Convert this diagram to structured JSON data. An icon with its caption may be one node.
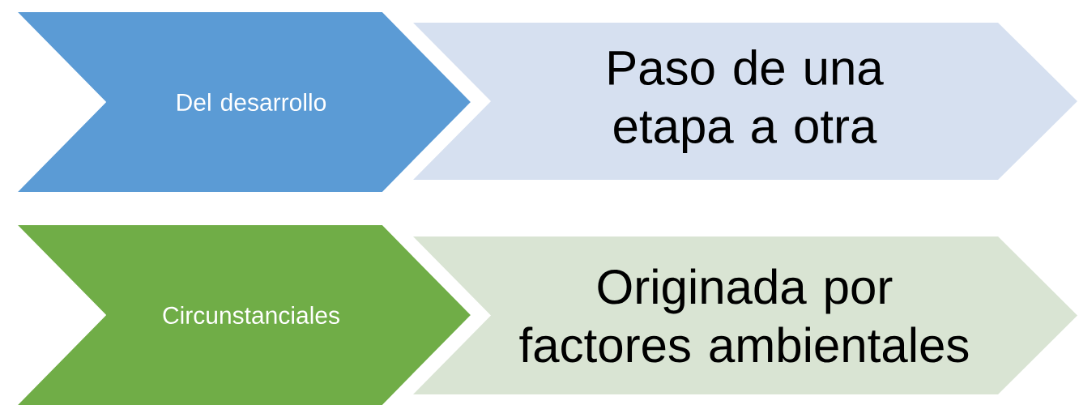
{
  "diagram": {
    "nodes": [
      {
        "text": [
          "Del desarrollo"
        ]
      },
      {
        "text": [
          "Paso de una etapa a otra"
        ]
      },
      {
        "text": [
          "Circunstanciales"
        ]
      },
      {
        "text": [
          "Originada por factores ambientales"
        ]
      }
    ]
  }
}
